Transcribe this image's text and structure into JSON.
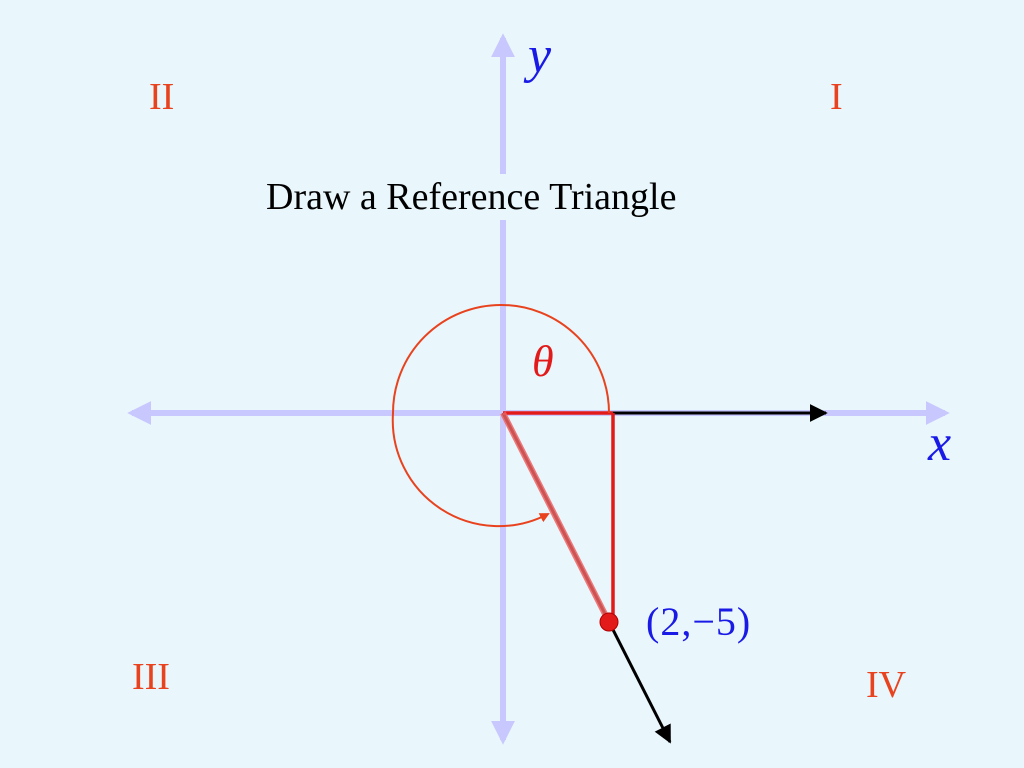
{
  "title": "Draw a Reference Triangle",
  "quadrants": {
    "q1": "I",
    "q2": "II",
    "q3": "III",
    "q4": "IV"
  },
  "axes": {
    "x_label": "x",
    "y_label": "y"
  },
  "angle_label": "θ",
  "point": {
    "x": 2,
    "y": -5,
    "label": "(2,−5)"
  },
  "colors": {
    "background": "#e9f6fb",
    "axis": "#c8c8ff",
    "quadrant_labels": "#e8431e",
    "axis_labels": "#1a1ae6",
    "terminal_side": "#000000",
    "reference_triangle": "#e21a1a",
    "angle_arc": "#e8431e"
  }
}
